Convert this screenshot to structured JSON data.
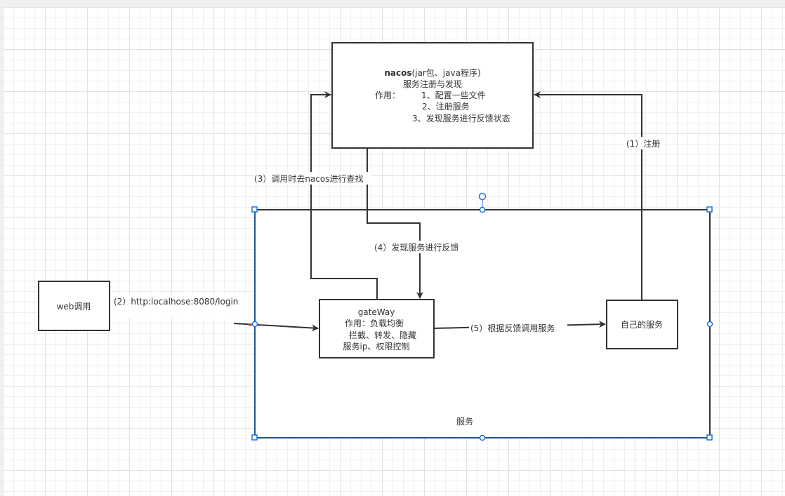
{
  "nacos": {
    "title_bold": "nacos",
    "title_rest": "(jar包、java程序)",
    "line2": "服务注册与发现",
    "line3_label": "作用：",
    "line3_item": "1、配置一些文件",
    "line4": "2、注册服务",
    "line5": "3、发现服务进行反馈状态"
  },
  "web": {
    "label": "web调用"
  },
  "gateway": {
    "line1": "gateWay",
    "line2": "作用：负载均衡",
    "line3": "拦截、转发、隐藏",
    "line4": "服务ip、权限控制"
  },
  "self_service": {
    "label": "自己的服务"
  },
  "container": {
    "label": "服务"
  },
  "edges": {
    "e1": "(1）注册",
    "e2": "(2）http:localhose:8080/login",
    "e3": "(3）调用时去nacos进行查找",
    "e4": "(4）发现服务进行反馈",
    "e5": "(5）根据反馈调用服务"
  },
  "colors": {
    "selection": "#1a73e8",
    "stroke": "#333333"
  }
}
